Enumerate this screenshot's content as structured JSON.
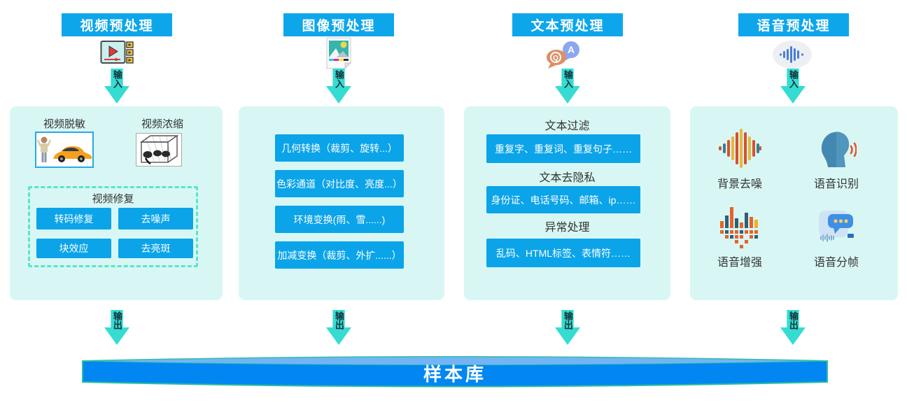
{
  "diagram": {
    "columns": [
      {
        "header": "视频预处理",
        "header_icon": "video-player-icon",
        "input_label": "输入",
        "output_label": "输出",
        "desensitize_label": "视频脱敏",
        "desensitize_image": "person-and-car-illustration",
        "condense_label": "视频浓缩",
        "condense_image": "video-synopsis-cube-illustration",
        "repair_title": "视频修复",
        "repair_buttons": [
          "转码修复",
          "去噪声",
          "块效应",
          "去亮斑"
        ]
      },
      {
        "header": "图像预处理",
        "header_icon": "photo-icon",
        "input_label": "输入",
        "output_label": "输出",
        "buttons": [
          "几何转换（裁剪、旋转...）",
          "色彩通道（对比度、亮度...）",
          "环境变换(雨、雪......)",
          "加减变换（裁剪、外扩......）"
        ]
      },
      {
        "header": "文本预处理",
        "header_icon": "translate-bubbles-icon",
        "input_label": "输入",
        "output_label": "输出",
        "sections": [
          {
            "title": "文本过滤",
            "button": "重复字、重复词、重复句子……"
          },
          {
            "title": "文本去隐私",
            "button": "身份证、电话号码、邮箱、ip……"
          },
          {
            "title": "异常处理",
            "button": "乱码、HTML标签、表情符……"
          }
        ]
      },
      {
        "header": "语音预处理",
        "header_icon": "voice-waveform-circle-icon",
        "input_label": "输入",
        "output_label": "输出",
        "features": [
          {
            "icon": "denoise-waveform-icon",
            "label": "背景去噪"
          },
          {
            "icon": "speech-recognition-head-icon",
            "label": "语音识别"
          },
          {
            "icon": "speech-enhance-equalizer-icon",
            "label": "语音增强"
          },
          {
            "icon": "speech-framing-chat-icon",
            "label": "语音分帧"
          }
        ]
      }
    ],
    "sample_library": {
      "label": "样本库"
    },
    "colors": {
      "accent_blue": "#0ea6ea",
      "node_blue": "#0ba4e9",
      "panel_bg": "#d8f7f4",
      "arrow_cyan": "#35dcd2",
      "dashed_border": "#55e7c6",
      "cylinder_body": "#0287f2",
      "cylinder_top": "#74b4f6",
      "cylinder_outline": "#2ebfa0"
    }
  }
}
